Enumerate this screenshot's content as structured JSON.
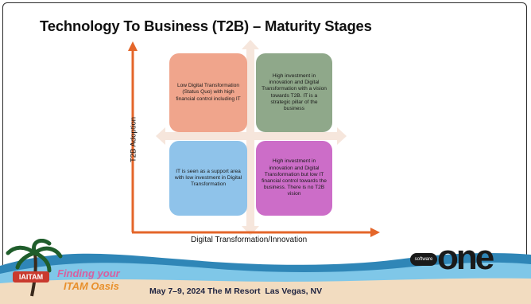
{
  "slide": {
    "title": "Technology To Business (T2B) – Maturity Stages",
    "y_axis_label": "T2B Adoption",
    "x_axis_label": "Digital Transformation/Innovation"
  },
  "quadrants": {
    "top_left": "Low Digital Transformation (Status Quo) with high financial control including IT",
    "top_right": "High investment in innovation and Digital Transformation with a vision towards T2B. IT is a strategic pillar of the business",
    "bottom_left": "IT is seen as a support area with low investment in Digital Transformation",
    "bottom_right": "High investment in innovation and Digital Transformation but low IT financial control towards the business. There is no T2B vision"
  },
  "footer": {
    "brand_line1": "Finding your",
    "brand_line2": "ITAM Oasis",
    "org_badge": "IAITAM",
    "event_text": "May 7–9, 2024  The M Resort  Las Vegas, NV",
    "sponsor_prefix": "software",
    "sponsor_name": "one"
  },
  "colors": {
    "axis_orange": "#e4662a",
    "top_left": "#f0a58c",
    "top_right": "#8fa88a",
    "bottom_left": "#8fc3ea",
    "bottom_right": "#cc6dc8",
    "cross_arrows": "#f5e4d8"
  }
}
